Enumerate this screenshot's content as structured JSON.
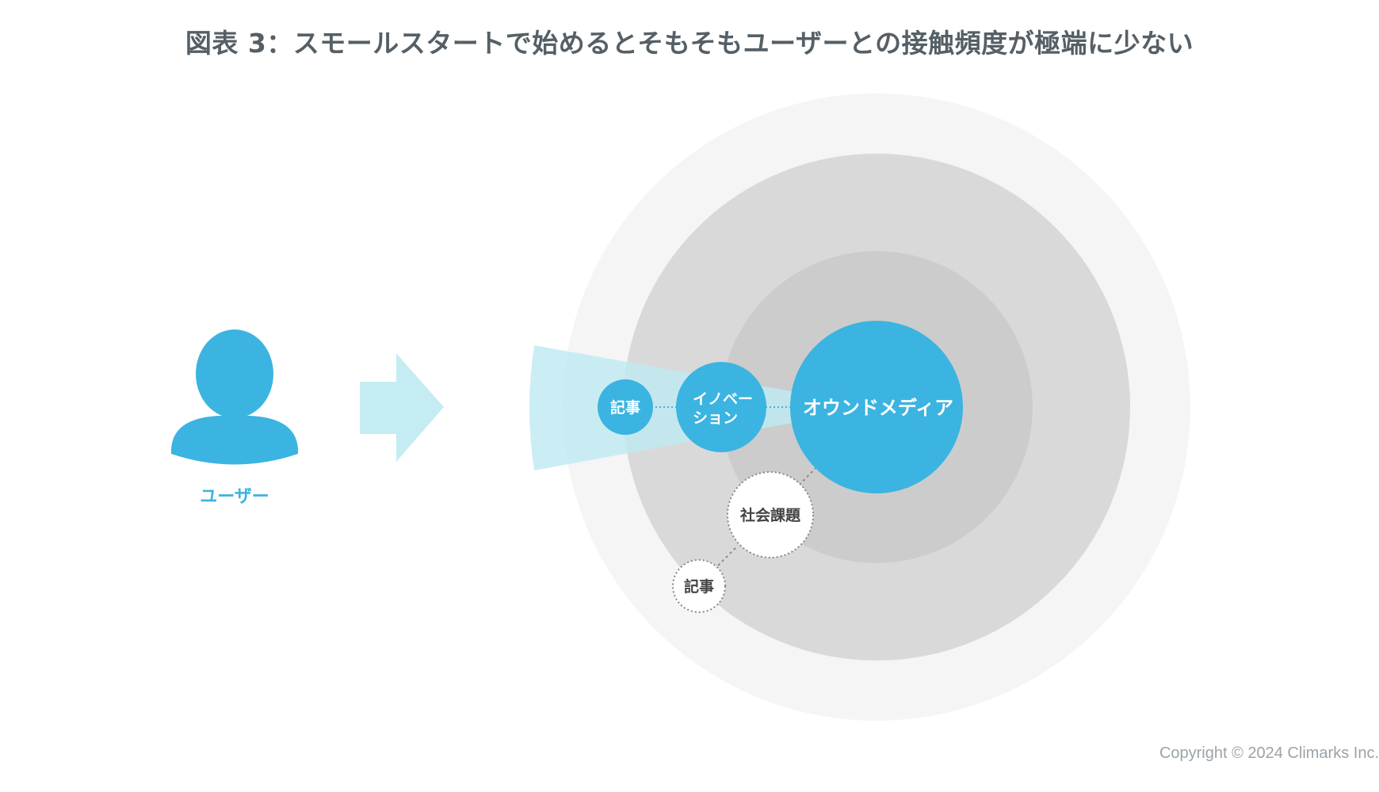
{
  "title": "図表 3：スモールスタートで始めるとそもそもユーザーとの接触頻度が極端に少ない",
  "user": {
    "label": "ユーザー",
    "icon": "person-icon"
  },
  "arrow": {
    "icon": "right-arrow-icon"
  },
  "nodes": {
    "owned_media": "オウンドメディア",
    "innovation_line1": "イノベー",
    "innovation_line2": "ション",
    "article_blue": "記事",
    "social_issue": "社会課題",
    "article_white": "記事"
  },
  "colors": {
    "accent": "#3bb4e1",
    "beam": "#c6ecf3",
    "ring_outer": "#f5f5f5",
    "ring_middle": "#d9d9d9",
    "ring_inner": "#cccccc",
    "title_text": "#555f66"
  },
  "copyright": "Copyright © 2024 Climarks Inc."
}
